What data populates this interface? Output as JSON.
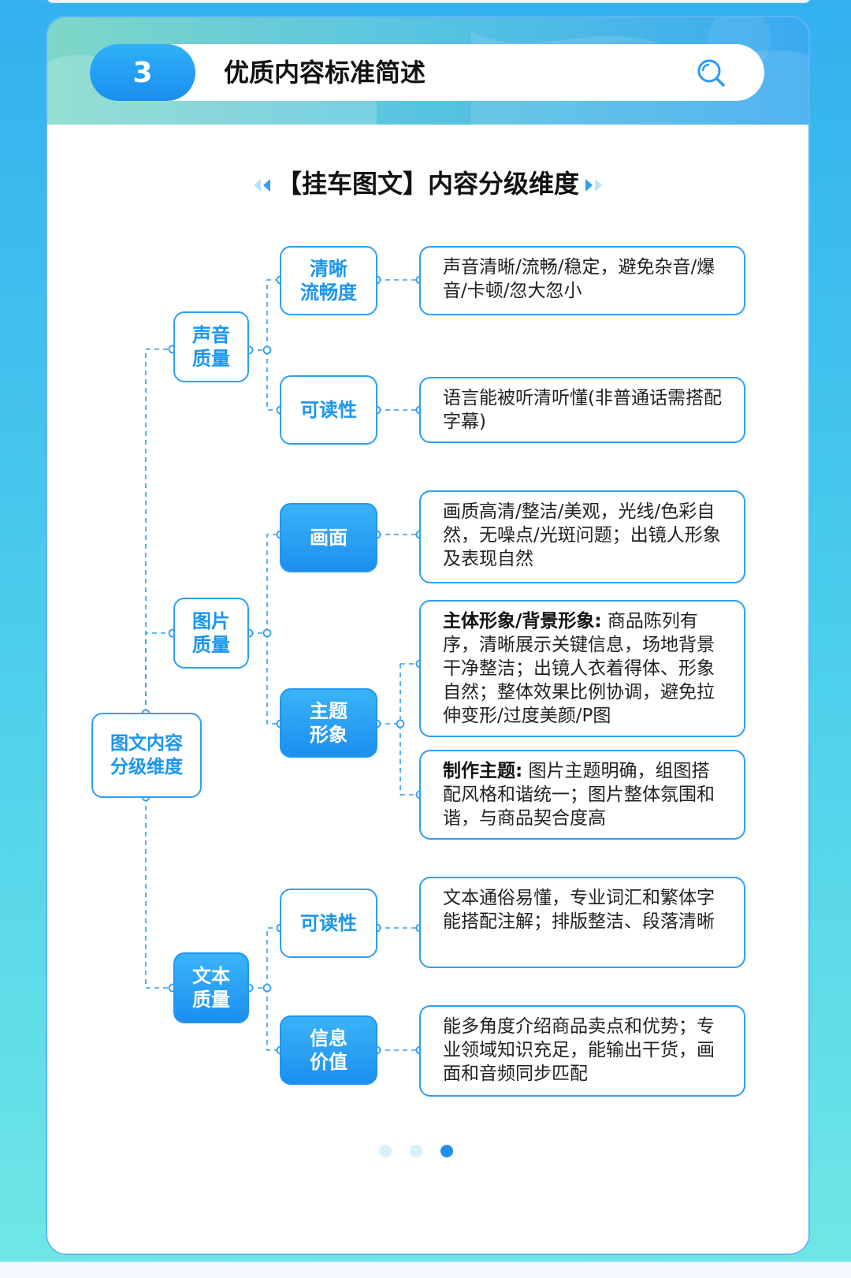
{
  "section": {
    "number": "3",
    "title": "优质内容标准简述"
  },
  "subtitle": "【挂车图文】内容分级维度",
  "root": {
    "label": "图文内容\n分级维度"
  },
  "categories": [
    {
      "label": "声音\n质量"
    },
    {
      "label": "图片\n质量"
    },
    {
      "label": "文本\n质量"
    }
  ],
  "nodes": [
    {
      "label": "清晰\n流畅度"
    },
    {
      "label": "可读性"
    },
    {
      "label": "画面"
    },
    {
      "label": "主题\n形象"
    },
    {
      "label": "可读性"
    },
    {
      "label": "信息\n价值"
    }
  ],
  "descriptions": [
    {
      "bold": "",
      "text": "声音清晰/流畅/稳定，避免杂音/爆音/卡顿/忽大忽小"
    },
    {
      "bold": "",
      "text": "语言能被听清听懂(非普通话需搭配字幕)"
    },
    {
      "bold": "",
      "text": "画质高清/整洁/美观，光线/色彩自然，无噪点/光斑问题；出镜人形象及表现自然"
    },
    {
      "bold": "主体形象/背景形象:",
      "text": " 商品陈列有序，清晰展示关键信息，场地背景干净整洁；出镜人衣着得体、形象自然；整体效果比例协调，避免拉伸变形/过度美颜/P图"
    },
    {
      "bold": "制作主题:",
      "text": " 图片主题明确，组图搭配风格和谐统一；图片整体氛围和谐，与商品契合度高"
    },
    {
      "bold": "",
      "text": "文本通俗易懂，专业词汇和繁体字能搭配注解；排版整洁、段落清晰"
    },
    {
      "bold": "",
      "text": "能多角度介绍商品卖点和优势；专业领域知识充足，能输出干货，画面和音频同步匹配"
    }
  ],
  "pagination": {
    "count": 3,
    "active": 3
  },
  "colors": {
    "accent": "#1d8ff0",
    "line": "#2f9ff2",
    "dot_inactive": "#d6f1fb"
  }
}
